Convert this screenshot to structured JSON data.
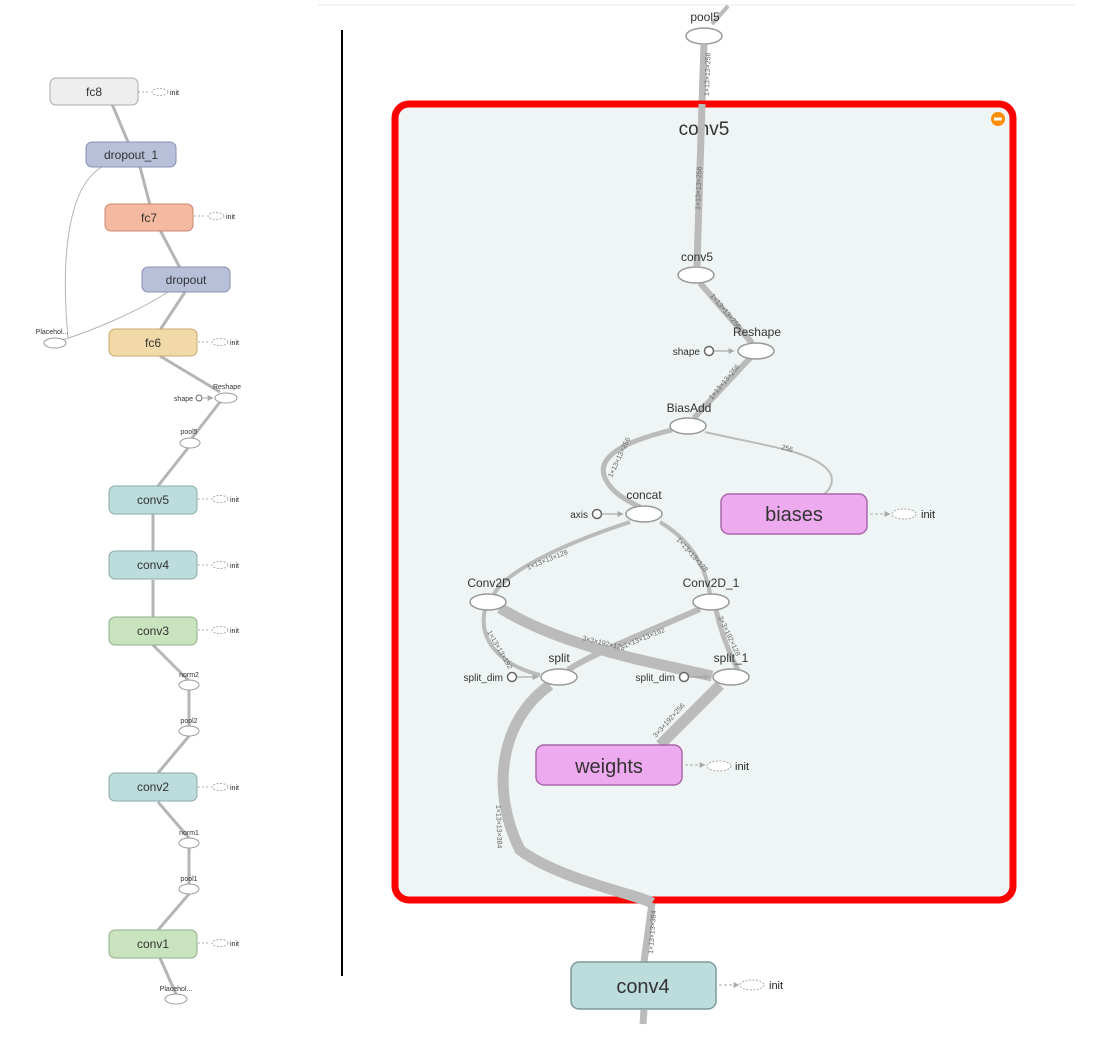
{
  "overview": {
    "nodes": {
      "fc8": "fc8",
      "dropout_1": "dropout_1",
      "fc7": "fc7",
      "dropout": "dropout",
      "placeholder_top": "Placehol...",
      "fc6": "fc6",
      "reshape": "Reshape",
      "shape": "shape",
      "pool5": "pool5",
      "conv5": "conv5",
      "conv4": "conv4",
      "conv3": "conv3",
      "norm2": "norm2",
      "pool2": "pool2",
      "conv2": "conv2",
      "norm1": "norm1",
      "pool1": "pool1",
      "conv1": "conv1",
      "placeholder_bottom": "Placehol..."
    },
    "init_label": "init"
  },
  "detail": {
    "group_title": "conv5",
    "nodes": {
      "pool5": "pool5",
      "conv5": "conv5",
      "reshape": "Reshape",
      "shape": "shape",
      "biasadd": "BiasAdd",
      "concat": "concat",
      "axis": "axis",
      "biases": "biases",
      "conv2d": "Conv2D",
      "conv2d_1": "Conv2D_1",
      "split": "split",
      "split_1": "split_1",
      "split_dim_left": "split_dim",
      "split_dim_right": "split_dim",
      "weights": "weights",
      "conv4": "conv4"
    },
    "init_label": "init",
    "edge_labels": {
      "pool5_conv5_a": "1×13×13×256",
      "pool5_conv5_b": "1×13×13×256",
      "conv5_reshape": "1×13×13×256",
      "reshape_biasadd": "1×13×13×256",
      "biasadd_concat": "1×13×13×256",
      "biasadd_biases": "256",
      "concat_conv2d": "1×13×13×128",
      "concat_conv2d_1": "1×13×13×128",
      "conv2d_split": "1×13×13×192",
      "cross_a": "3×3×192×128",
      "cross_b": "1×13×13×192",
      "conv2d_1_split_1": "3×3×192×128",
      "weights_split_1": "3×3×192×256",
      "split_conv4": "1×13×13×384",
      "conv4_in": "1×13×13×384"
    }
  },
  "colors": {
    "overview_fc8": "#eeeeee",
    "overview_dropout": "#b7bfd9",
    "overview_fc7": "#f5b8a0",
    "overview_fc6": "#f2d9a8",
    "overview_conv_teal": "#bddcdc",
    "overview_conv_green": "#c8e3bd",
    "group_fill": "#eef5f4",
    "group_border": "#ff0000",
    "variable_fill": "#eeaaee",
    "collapse_button": "#ff8c00",
    "edge": "#bbbbbb"
  }
}
